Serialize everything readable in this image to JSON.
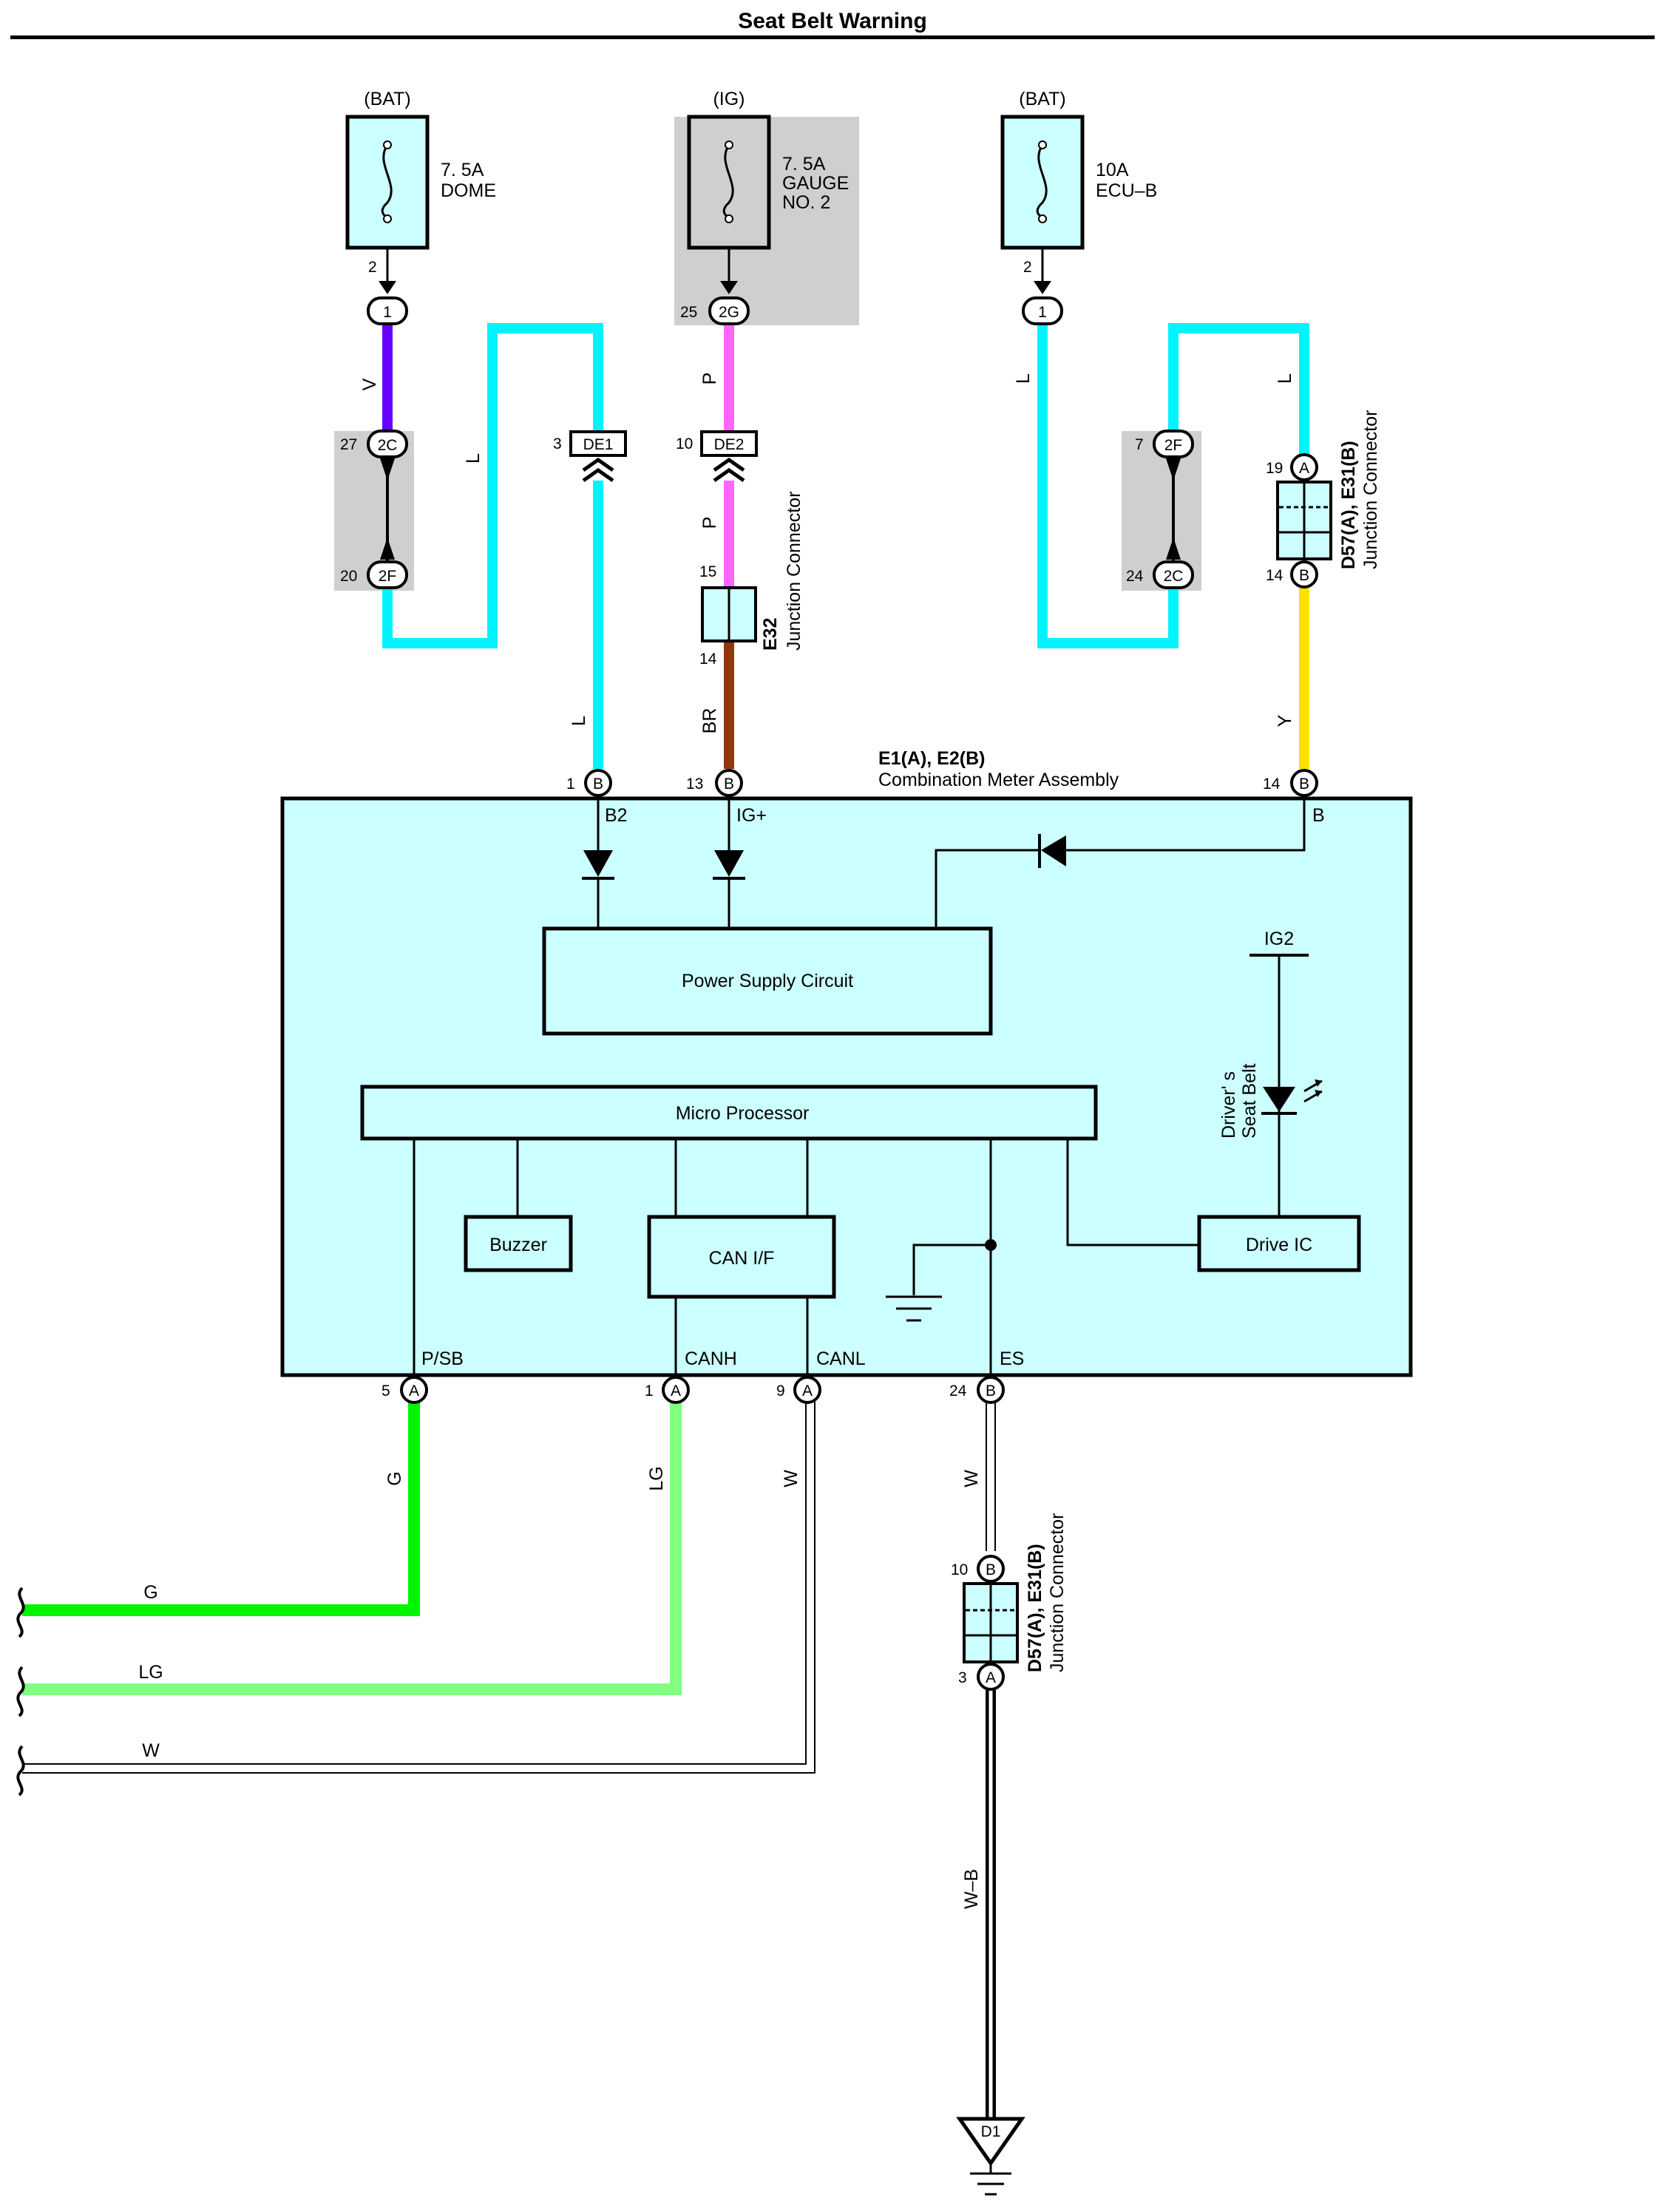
{
  "title": "Seat Belt Warning",
  "fuses": [
    {
      "source": "(BAT)",
      "amp": "7. 5A",
      "name": [
        "DOME"
      ],
      "pin": "2"
    },
    {
      "source": "(IG)",
      "amp": "7. 5A",
      "name": [
        "GAUGE",
        "NO. 2"
      ],
      "pin": ""
    },
    {
      "source": "(BAT)",
      "amp": "10A",
      "name": [
        "ECU–B"
      ],
      "pin": "2"
    }
  ],
  "connectors": {
    "c1_top": "1",
    "c2g_num": "25",
    "c2g": "2G",
    "c1r_top": "1",
    "c27_num": "27",
    "c27": "2C",
    "c20_num": "20",
    "c20": "2F",
    "de1_num": "3",
    "de1": "DE1",
    "de2_num": "10",
    "de2": "DE2",
    "e32_top": "15",
    "e32_bot": "14",
    "e32_label": "E32",
    "e32_sub": "Junction Connector",
    "c7_num": "7",
    "c7": "2F",
    "c24_num": "24",
    "c24": "2C",
    "j_a_num": "19",
    "j_a": "A",
    "j_b_num": "14",
    "j_b": "B",
    "jc_label": "D57(A), E31(B)",
    "jc_sub": "Junction Connector",
    "j2_b_num": "10",
    "j2_b": "B",
    "j2_a_num": "3",
    "j2_a": "A",
    "ground": "D1"
  },
  "wire_colors": {
    "v": "V",
    "l1": "L",
    "l2": "L",
    "p1": "P",
    "p2": "P",
    "br": "BR",
    "l3": "L",
    "l4": "L",
    "y": "Y",
    "g": "G",
    "lg": "LG",
    "w1": "W",
    "w2": "W",
    "wb": "W–B",
    "g_left": "G",
    "lg_left": "LG",
    "w_left": "W"
  },
  "meter": {
    "label": "E1(A), E2(B)",
    "name": "Combination Meter Assembly",
    "top_pins": [
      {
        "num": "1",
        "letter": "B",
        "terminal": "B2"
      },
      {
        "num": "13",
        "letter": "B",
        "terminal": "IG+"
      },
      {
        "num": "14",
        "letter": "B",
        "terminal": "B"
      }
    ],
    "bottom_pins": [
      {
        "num": "5",
        "letter": "A",
        "terminal": "P/SB"
      },
      {
        "num": "1",
        "letter": "A",
        "terminal": "CANH"
      },
      {
        "num": "9",
        "letter": "A",
        "terminal": "CANL"
      },
      {
        "num": "24",
        "letter": "B",
        "terminal": "ES"
      }
    ],
    "power_supply": "Power Supply Circuit",
    "micro": "Micro Processor",
    "buzzer": "Buzzer",
    "can_if": "CAN I/F",
    "drive_ic": "Drive IC",
    "ig2": "IG2",
    "lamp_line1": "Driver' s",
    "lamp_line2": "Seat Belt"
  },
  "colors": {
    "violet": "#6a00ff",
    "cyan": "#00f4ff",
    "pink": "#ff66ff",
    "brown": "#8b3a10",
    "yellow": "#ffe000",
    "green": "#00f400",
    "light_green": "#80ff80",
    "meter_fill": "#ccffff",
    "shade": "#cfcfcf"
  }
}
